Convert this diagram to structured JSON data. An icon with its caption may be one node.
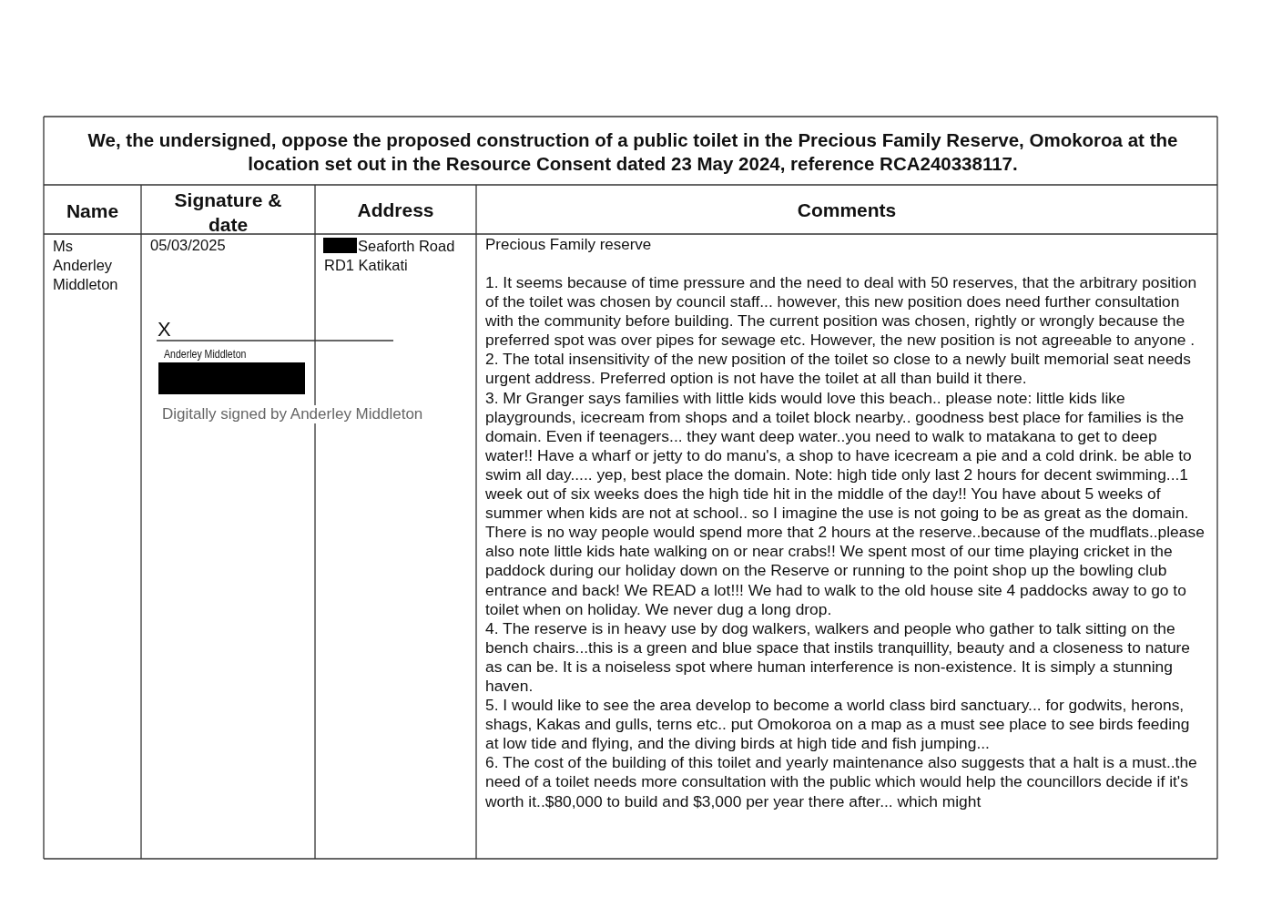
{
  "diagram": {
    "labels": [
      "We, the undersigned, oppose the proposed construction of a public toilet in the Precious Family Reserve, Omokoroa at the location set out in the Resource Consent dated 23 May 2024, reference RCA240338117.",
      "Name",
      "Signature & date",
      "Address",
      "Comments",
      "Ms Anderley Middleton",
      "05/03/2025",
      "X",
      "Anderley Middleton",
      "Digitally signed by Anderley Middleton",
      "Seaforth Road RD1 Katikati",
      "Precious Family reserve",
      "1. It seems because of time pressure and the need to deal with 50 reserves, that the arbitrary position of the toilet was chosen by council staff... however,  this new position does need further consultation with the community before building. The current position was chosen, rightly or wrongly because the preferred spot was over pipes for sewage etc.  However, the new position is not agreeable to anyone .",
      "2. The total insensitivity of the new position of the toilet so close to a newly built memorial seat needs urgent address. Preferred option is not have the toilet at all than build it there.",
      "3.  Mr Granger says families with little kids would love this beach.. please note: little kids like playgrounds, icecream from shops and a toilet block nearby.. goodness best place for families is the domain. Even if teenagers... they want deep water..you need to walk to matakana to get to deep water!! Have a wharf or jetty to do manu's, a shop to have icecream  a pie and a cold drink. be able to swim all day..... yep, best place the domain. Note: high tide only last 2 hours for decent swimming...1 week out of six weeks does the high tide hit in the middle of the day!!  You have about 5 weeks of summer when kids are not at school.. so I imagine the use is not going to be as great as the domain. There is no way people would spend more that 2 hours at the reserve..because of the mudflats..please also note little kids hate walking on or near crabs!!  We spent most of our time playing cricket in the paddock during our holiday down on the Reserve or running to the point shop up the bowling club entrance and back! We READ a lot!!!  We had to walk to the old house site 4 paddocks away to go to toilet when on holiday. We never dug a long drop.",
      "4.  The reserve is in heavy use by dog walkers, walkers and people who gather to talk sitting on the bench chairs...this is a green and blue space that instils tranquillity, beauty and a closeness to nature as can be. It is a noiseless spot where human interference is non-existence. It is simply a stunning haven.",
      "5. I would like to see the area develop to become a world class bird sanctuary... for godwits, herons, shags, Kakas and gulls, terns etc.. put Omokoroa on a map as a must see place to see birds feeding at low tide and flying, and the diving birds at high tide and fish jumping...",
      "6. The cost of the building of this toilet and yearly maintenance also suggests that a halt is a must..the need of a toilet needs more consultation with the public which would help the councillors decide if it's worth it..$80,000 to build and $3,000 per year there after... which might"
    ]
  }
}
